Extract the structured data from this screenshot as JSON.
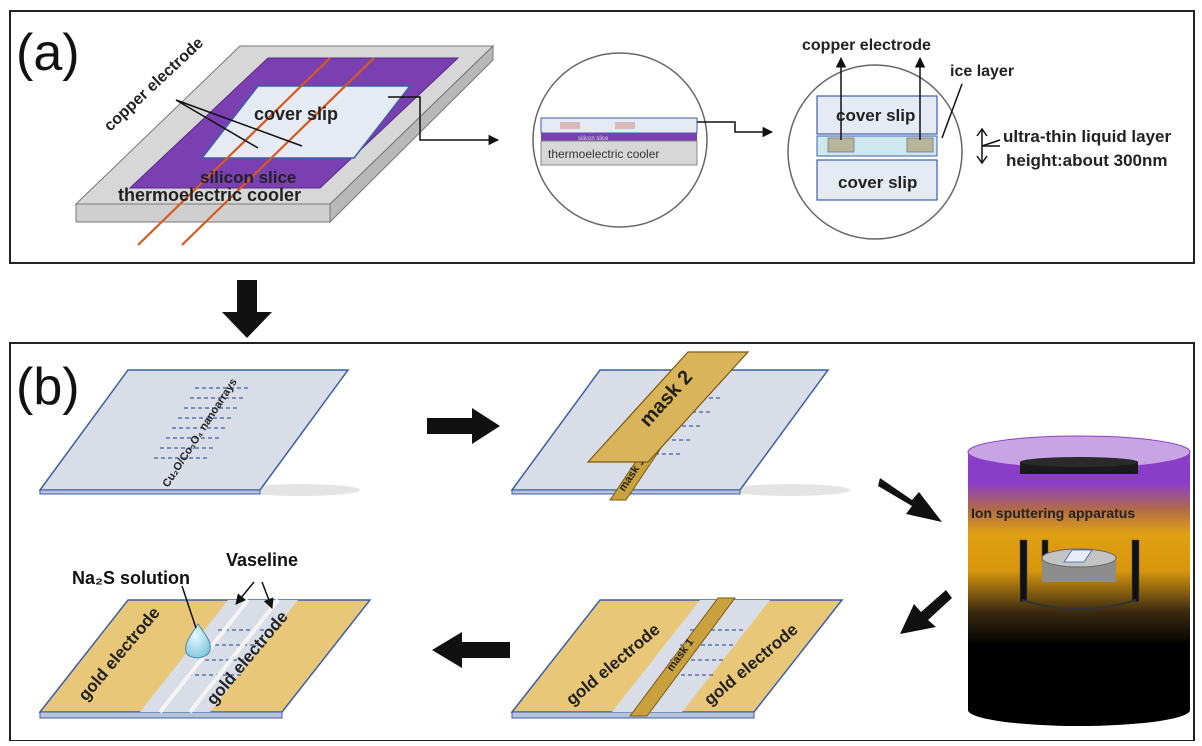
{
  "panel_a": {
    "letter": "(a)",
    "labels": {
      "copper_electrode": "copper electrode",
      "cover_slip": "cover slip",
      "silicon_slice": "silicon slice",
      "thermoelectric_cooler": "thermoelectric cooler",
      "zoom1_silicon": "silicon slice",
      "zoom1_cooler": "thermoelectric cooler",
      "zoom2_copper_electrode": "copper electrode",
      "ice_layer": "ice layer",
      "zoom2_cover_slip_top": "cover slip",
      "zoom2_cover_slip_bottom": "cover slip",
      "ultra_thin_liquid_layer": "ultra-thin liquid layer",
      "height": "height:about 300nm"
    }
  },
  "panel_b": {
    "letter": "(b)",
    "labels": {
      "nanoarrays": "Cu₂O/Co₃O₄ nanoarrays",
      "mask2": "mask 2",
      "mask1_top": "mask 1",
      "ion_sputtering": "Ion sputtering apparatus",
      "gold_electrode_left_a": "gold electrode",
      "gold_electrode_left_b": "gold electrode",
      "gold_electrode_right_a": "gold electrode",
      "gold_electrode_right_b": "gold electrode",
      "mask1_bottom": "mask 1",
      "na2s_solution": "Na₂S solution",
      "vaseline": "Vaseline"
    }
  },
  "colors": {
    "slip": "#d9dde7",
    "slip_edge": "#3b5fa8",
    "purple": "#7a3fb0",
    "gold": "#e8c878",
    "gold_dark": "#c49a3a",
    "mask_gold": "#d9b45a",
    "copper_wire": "#d55a1e",
    "border": "#222222"
  }
}
